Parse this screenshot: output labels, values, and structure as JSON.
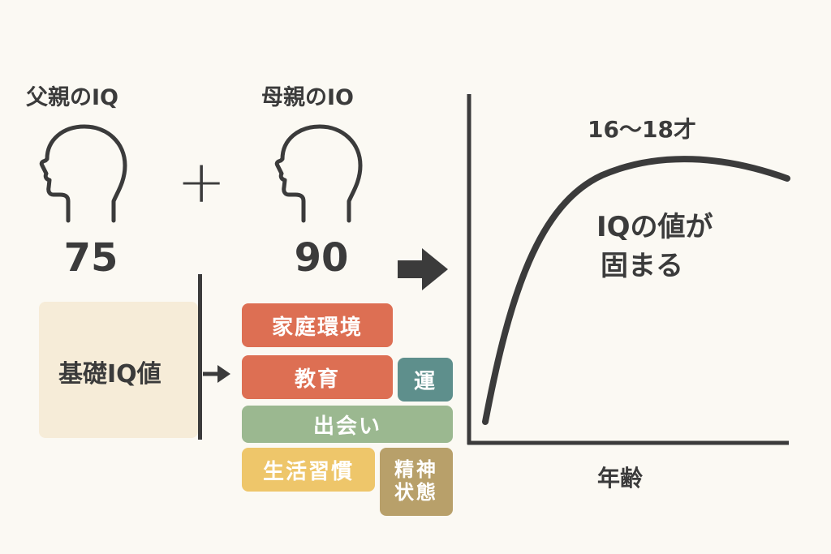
{
  "father": {
    "label": "父親のIQ",
    "iq": "75",
    "icon": "head-profile-icon"
  },
  "mother": {
    "label": "母親のIO",
    "iq": "90",
    "icon": "head-profile-icon"
  },
  "operator": "+",
  "base": {
    "label": "基礎IQ値"
  },
  "factors": [
    {
      "label": "家庭環境",
      "color": "#dd6f53"
    },
    {
      "label": "教育",
      "color": "#dd6f53"
    },
    {
      "label": "運",
      "color": "#5e8f8c"
    },
    {
      "label": "出会い",
      "color": "#9bb890"
    },
    {
      "label": "生活習慣",
      "color": "#eec66a"
    },
    {
      "label_line1": "精神",
      "label_line2": "状態",
      "color": "#b8a06a"
    }
  ],
  "graph": {
    "peak_label": "16～18才",
    "text_line1": "IQの値が",
    "text_line2": "固まる",
    "x_label": "年齢",
    "curve_color": "#3b3b3b"
  }
}
